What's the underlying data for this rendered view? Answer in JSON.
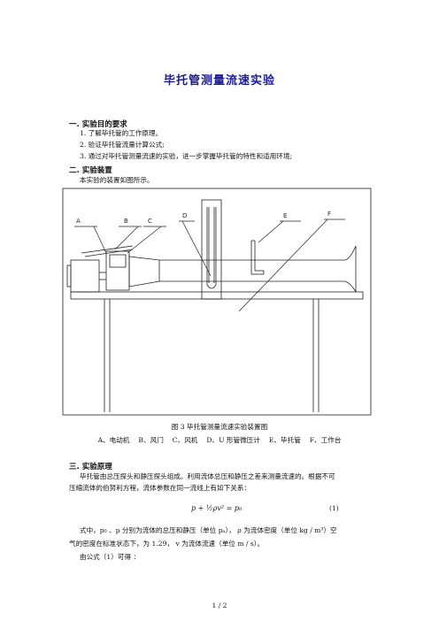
{
  "doc": {
    "title": "毕托管测量流速实验",
    "sections": {
      "s1": {
        "heading": "一. 实验目的要求",
        "items": [
          "1.  了解毕托管的工作原理。",
          "2.  验证毕托管流量计算公式;",
          "3.  通过对毕托管测量流速的实验，进一步掌握毕托管的特性和适用环境;"
        ]
      },
      "s2": {
        "heading": "二. 实验装置",
        "intro": "本实验的装置如图所示。"
      },
      "figure": {
        "labels": [
          "A",
          "B",
          "C",
          "D",
          "E",
          "F"
        ],
        "caption": "图 3 毕托管测量流速实验装置图",
        "legend": "A、电动机　 B、风门　 C、风机　 D、U 形管微压计　 E、毕托管　 F、工作台"
      },
      "s3": {
        "heading": "三. 实验原理",
        "p1_line1": "毕托管由总压探头和静压探头组成。利用流体总压和静压之差来测量流速的。根据不可",
        "p1_line2": "压缩流体的伯努利方程，流体参数在同一流线上有如下关系：",
        "formula": "p + ½ρv² = p₀",
        "formula_no": "(1)",
        "p2_line1": "式中，p₀ 、p 分别为流体的总压和静压（单位 pₐ），  ρ 为流体密度（单位 kg / m³）空",
        "p2_line2": "气的密度在标准状态下，为 1.29，  v 为流体流速（单位 m / s）。",
        "p3": "由公式（1）可得 ："
      }
    },
    "page_number": "1 / 2"
  }
}
